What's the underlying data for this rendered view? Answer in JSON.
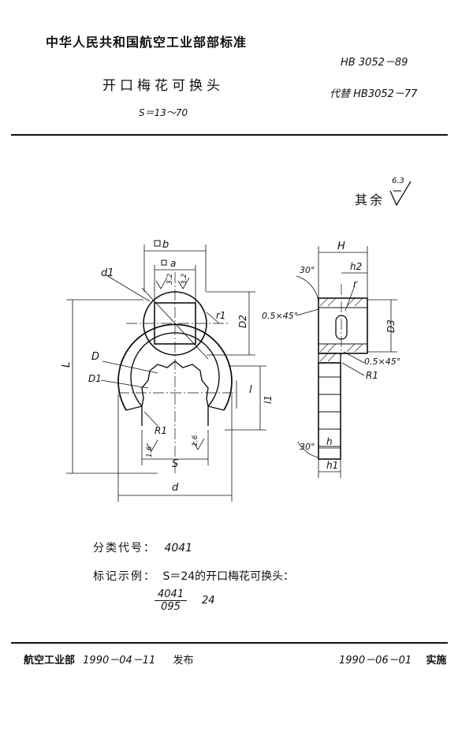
{
  "header": {
    "org_standard": "中华人民共和国航空工业部部标准",
    "standard_no": "HB  3052－89",
    "title": "开口梅花可换头",
    "size_range": "S＝13～70",
    "supersedes": "代替 HB3052－77",
    "roughness_label": "其余",
    "roughness_value": "6.3"
  },
  "front_view_labels": {
    "b": "b",
    "a": "a",
    "ra_left": "3.2",
    "ra_right": "3.2",
    "d1": "d1",
    "r1": "r1",
    "D2": "D2",
    "L": "L",
    "D": "D",
    "D1": "D1",
    "l": "l",
    "l1": "l1",
    "R1": "R1",
    "ra_bottom_left": "1.6",
    "ra_bottom_right": "1.6",
    "S": "S",
    "d": "d"
  },
  "side_view_labels": {
    "H": "H",
    "angle_top": "30°",
    "h2": "h2",
    "r": "r",
    "chamfer_top": "0.5×45°",
    "D3": "D3",
    "chamfer_bottom": "0.5×45°",
    "R1": "R1",
    "angle_bottom": "30°",
    "h": "h",
    "h1": "h1"
  },
  "classification": {
    "label": "分类代号：",
    "code": "4041"
  },
  "marking_example": {
    "label": "标记示例：",
    "text": "S＝24的开口梅花可换头：",
    "numerator": "4041",
    "denominator": "095",
    "value": "24"
  },
  "footer": {
    "issuer": "航空工业部",
    "issue_date": "1990－04－11",
    "issue_label": "发布",
    "effective_date": "1990－06－01",
    "effective_label": "实施"
  }
}
